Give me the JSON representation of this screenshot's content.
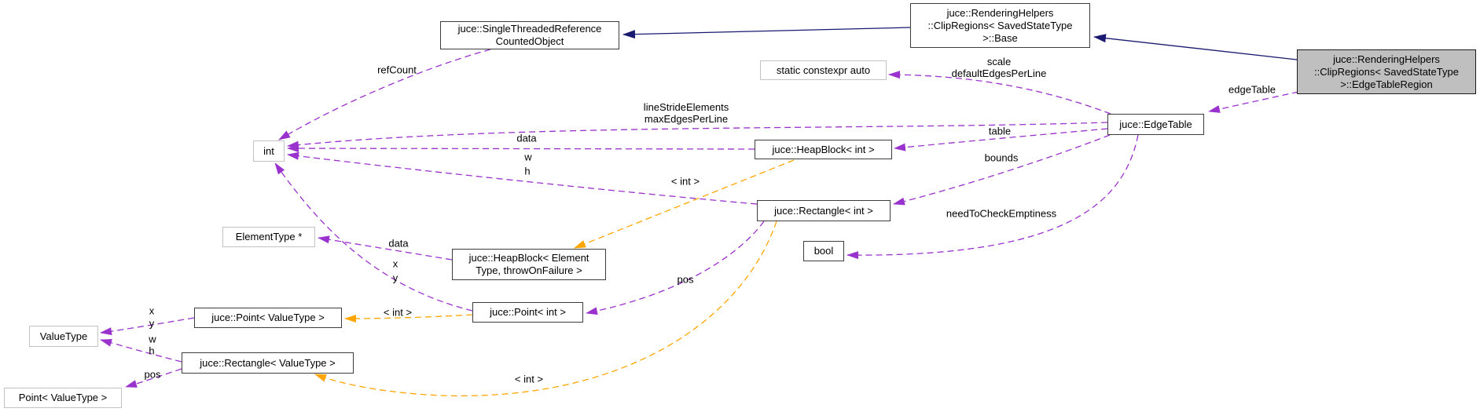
{
  "colors": {
    "inheritance": "#191970",
    "usage": "#9a32cd",
    "template": "#ffa500",
    "selected_fill": "#bfbfbf",
    "node_border": "#3c3c3c",
    "muted_border": "#c2c2c2"
  },
  "nodes": {
    "single_threaded_ref": {
      "label": "juce::SingleThreadedReference\nCountedObject"
    },
    "clip_regions_base": {
      "label": "juce::RenderingHelpers\n::ClipRegions< SavedStateType\n>::Base"
    },
    "edge_table_region": {
      "label": "juce::RenderingHelpers\n::ClipRegions< SavedStateType\n>::EdgeTableRegion"
    },
    "static_constexpr_auto": {
      "label": "static constexpr auto"
    },
    "edge_table": {
      "label": "juce::EdgeTable"
    },
    "int": {
      "label": "int"
    },
    "heap_block_int": {
      "label": "juce::HeapBlock< int >"
    },
    "rectangle_int": {
      "label": "juce::Rectangle< int >"
    },
    "bool": {
      "label": "bool"
    },
    "element_type_ptr": {
      "label": "ElementType *"
    },
    "heap_block_element": {
      "label": "juce::HeapBlock< Element\nType, throwOnFailure >"
    },
    "point_int": {
      "label": "juce::Point< int >"
    },
    "value_type": {
      "label": "ValueType"
    },
    "point_value_type": {
      "label": "juce::Point< ValueType >"
    },
    "rectangle_value_type": {
      "label": "juce::Rectangle< ValueType >"
    },
    "point_value_type_plain": {
      "label": "Point< ValueType >"
    }
  },
  "edge_labels": {
    "ref_count": "refCount",
    "scale_default_edges": "scale\ndefaultEdgesPerLine",
    "edge_table": "edgeTable",
    "line_stride": "lineStrideElements\nmaxEdgesPerLine",
    "table": "table",
    "data_heap_int": "data",
    "w_rect_int": "w",
    "h_rect_int": "h",
    "bounds": "bounds",
    "need_to_check": "needToCheckEmptiness",
    "tpl_int_heap": "< int >",
    "data_heap_elem": "data",
    "x_point_int": "x",
    "y_point_int": "y",
    "pos_rect_int": "pos",
    "tpl_int_point": "< int >",
    "x_point_vt": "x",
    "y_point_vt": "y",
    "w_rect_vt": "w",
    "h_rect_vt": "h",
    "pos_rect_vt": "pos",
    "tpl_int_rect": "< int >"
  }
}
